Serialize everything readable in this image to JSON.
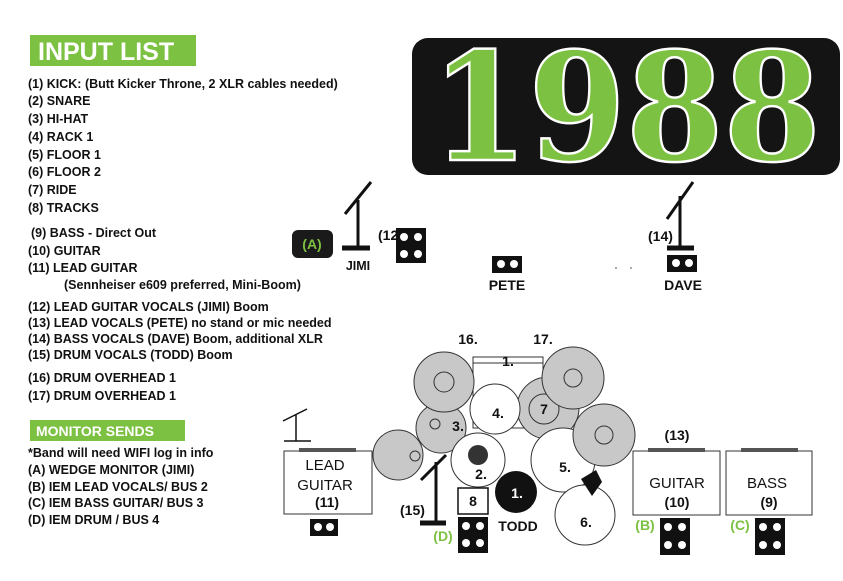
{
  "input_list": {
    "title": "INPUT LIST",
    "items": [
      "(1) KICK: (Butt Kicker Throne, 2 XLR cables needed)",
      "(2) SNARE",
      "(3) HI-HAT",
      "(4) RACK 1",
      "(5) FLOOR 1",
      "(6) FLOOR 2",
      "(7) RIDE",
      "(8) TRACKS",
      "(9)  BASS - Direct Out",
      "(10) GUITAR",
      "(11) LEAD GUITAR",
      "(Sennheiser e609 preferred, Mini-Boom)",
      "(12) LEAD GUITAR VOCALS (JIMI)   Boom",
      "(13) LEAD VOCALS (PETE) no stand or mic needed",
      "(14) BASS VOCALS (DAVE)  Boom, additional XLR",
      "(15) DRUM VOCALS (TODD)  Boom",
      "(16) DRUM OVERHEAD 1",
      "(17) DRUM OVERHEAD 1"
    ]
  },
  "monitor_sends": {
    "title": "MONITOR SENDS",
    "items": [
      "*Band will need WIFI log in info",
      "(A) WEDGE MONITOR (JIMI)",
      "(B) IEM LEAD VOCALS/ BUS 2",
      "(C) IEM BASS GUITAR/ BUS 3",
      "(D) IEM DRUM / BUS 4"
    ]
  },
  "logo": {
    "text": "1988"
  },
  "stage": {
    "players": {
      "jimi": "JIMI",
      "pete": "PETE",
      "dave": "DAVE",
      "todd": "TODD"
    },
    "mics": {
      "m12": "(12)",
      "m13": "(13)",
      "m14": "(14)",
      "m15": "(15)",
      "oh16": "16.",
      "oh17": "17."
    },
    "monitors": {
      "a": "(A)",
      "b": "(B)",
      "c": "(C)",
      "d": "(D)"
    },
    "amps": {
      "lead": {
        "line1": "LEAD",
        "line2": "GUITAR",
        "num": "(11)"
      },
      "guitar": {
        "line1": "GUITAR",
        "num": "(10)"
      },
      "bass": {
        "line1": "BASS",
        "num": "(9)"
      }
    },
    "drums": {
      "kick": "1.",
      "kick_pedal": "1.",
      "snare": "2.",
      "hihat": "3.",
      "rack": "4.",
      "floor1": "5.",
      "floor2": "6.",
      "ride": "7",
      "tracks": "8"
    }
  },
  "colors": {
    "accent_green": "#7dc142",
    "logo_bg": "#141414"
  }
}
